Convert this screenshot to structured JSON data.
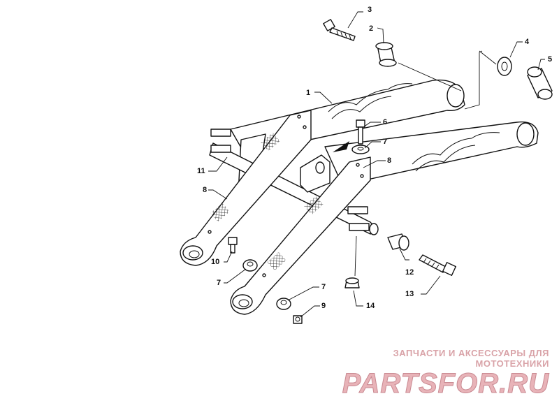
{
  "callouts": {
    "c1": "1",
    "c2": "2",
    "c3": "3",
    "c4": "4",
    "c5": "5",
    "c6": "6",
    "c7a": "7",
    "c7b": "7",
    "c7c": "7",
    "c8a": "8",
    "c8b": "8",
    "c9": "9",
    "c10": "10",
    "c11": "11",
    "c12": "12",
    "c13": "13",
    "c14": "14"
  },
  "watermark": {
    "tagline": "ЗАПЧАСТИ И АКСЕССУАРЫ ДЛЯ МОТОТЕХНИКИ",
    "logo": "PARTSFOR.RU"
  },
  "colors": {
    "line": "#111111",
    "watermark": "#e8b3b8"
  }
}
